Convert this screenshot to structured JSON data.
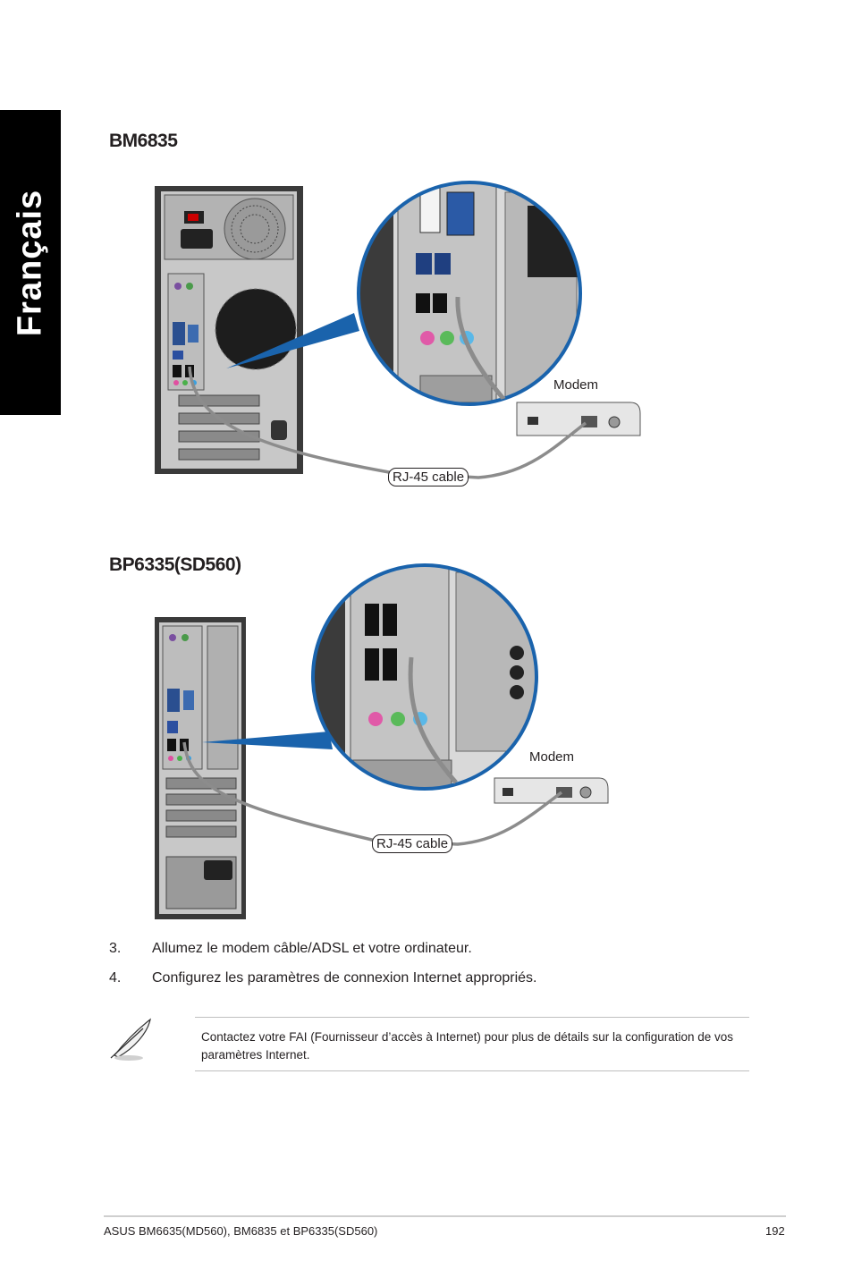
{
  "side_tab": {
    "language": "Français"
  },
  "section1": {
    "title": "BM6835",
    "modem_label": "Modem",
    "cable_label": "RJ-45 cable"
  },
  "section2": {
    "title": "BP6335(SD560)",
    "modem_label": "Modem",
    "cable_label": "RJ-45 cable"
  },
  "steps": [
    {
      "number": "3.",
      "text": "Allumez le modem câble/ADSL et votre ordinateur."
    },
    {
      "number": "4.",
      "text": "Configurez les paramètres de connexion Internet appropriés."
    }
  ],
  "note": {
    "icon": "feather-pen-icon",
    "text": "Contactez votre FAI (Fournisseur d’accès à Internet) pour plus de détails sur la configuration de vos paramètres Internet."
  },
  "footer": {
    "product": "ASUS BM6635(MD560), BM6835 et BP6335(SD560)",
    "page_number": "192"
  },
  "colors": {
    "zoom_circle": "#1a63ac",
    "side_tab": "#000000",
    "cable": "#8c8c8c"
  }
}
